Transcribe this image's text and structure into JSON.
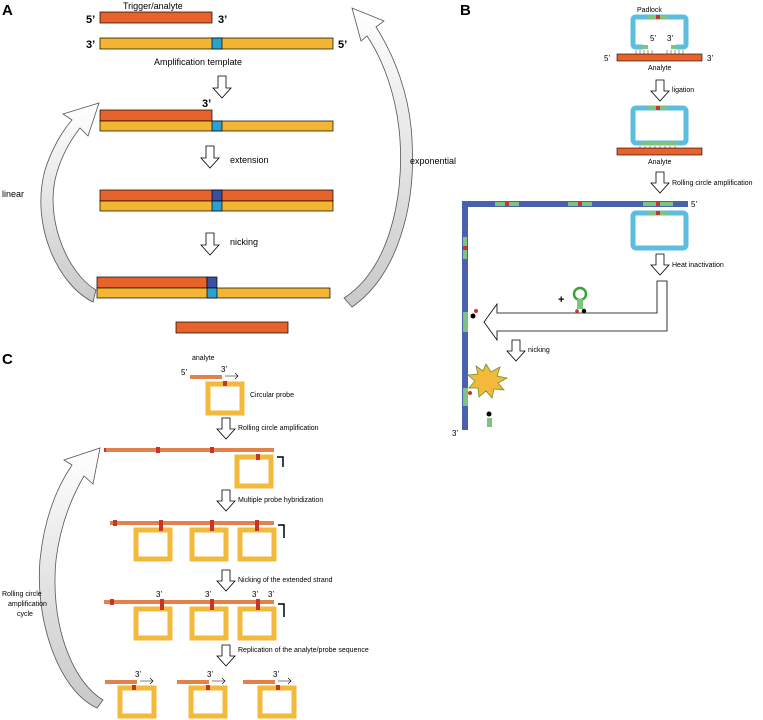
{
  "panel_a": {
    "letter": "A",
    "trigger_label": "Trigger/analyte",
    "template_label": "Amplification template",
    "five_prime": "5’",
    "three_prime": "3’",
    "step_extension": "extension",
    "step_nicking": "nicking",
    "cycle_linear": "linear",
    "cycle_exponential": "exponential"
  },
  "panel_b": {
    "letter": "B",
    "padlock_label": "Padlock",
    "analyte_label": "Analyte",
    "five_prime": "5’",
    "three_prime": "3’",
    "step_ligation": "ligation",
    "step_rca": "Rolling circle amplification",
    "step_heat": "Heat inactivation",
    "step_nicking": "nicking",
    "plus": "+"
  },
  "panel_c": {
    "letter": "C",
    "analyte_label": "analyte",
    "five_prime": "5’",
    "three_prime": "3’",
    "step_circular_probe": "Circular probe",
    "step_rca": "Rolling circle amplification",
    "step_hybridization": "Multiple probe hybridization",
    "step_nicking": "Nicking of the extended strand",
    "step_replication": "Replication of the analyte/probe sequence",
    "cycle_label_1": "Rolling circle",
    "cycle_label_2": "amplification",
    "cycle_label_3": "cycle"
  },
  "colors": {
    "analyte_strand": "#e8622c",
    "template_strand": "#f4b533",
    "recognition_site": "#2aa1d3",
    "extended_site": "#3b4fa0",
    "padlock": "#5bbde0",
    "rca_product": "#4a62ad",
    "probe_green": "#7ec47e",
    "marker_red": "#c8342a",
    "circular_probe": "#f2b93b",
    "strand_c": "#e0824a"
  }
}
